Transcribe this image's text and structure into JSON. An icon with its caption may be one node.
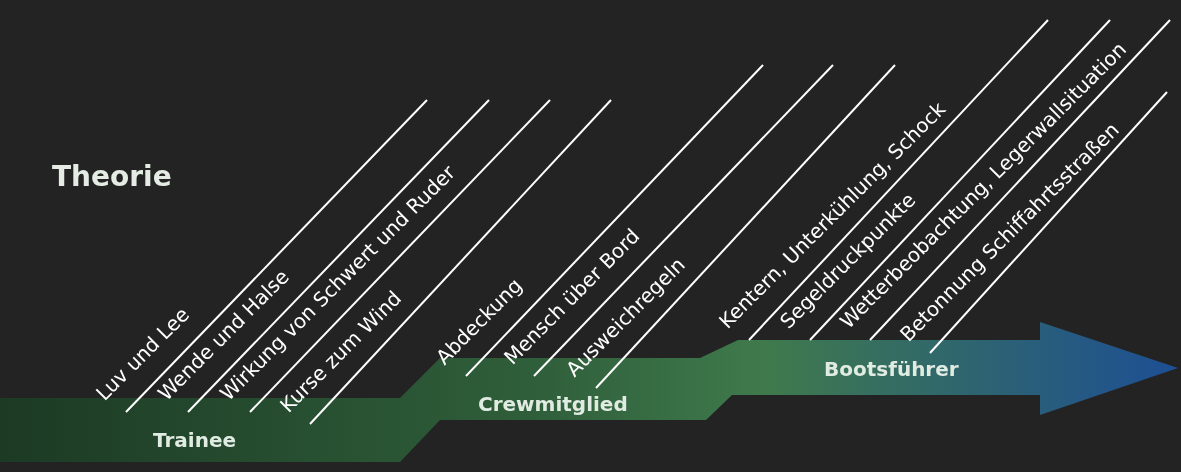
{
  "diagram": {
    "title": "Theorie",
    "nodes": [
      {
        "text": [
          "Trainee"
        ],
        "beside": [
          "Luv und Lee",
          "Wende und Halse",
          "Wirkung von Schwert und Ruder",
          "Kurse zum Wind"
        ]
      },
      {
        "text": [
          "Crewmitglied"
        ],
        "beside": [
          "Abdeckung",
          "Mensch über Bord",
          "Ausweichregeln"
        ]
      },
      {
        "text": [
          "Bootsführer"
        ],
        "beside": [
          "Kentern, Unterkühlung, Schock",
          "Segeldruckpunkte",
          "Wetterbeobachtung, Legerwallsituation",
          "Betonnung Schiffahrtsstraßen"
        ]
      }
    ]
  }
}
